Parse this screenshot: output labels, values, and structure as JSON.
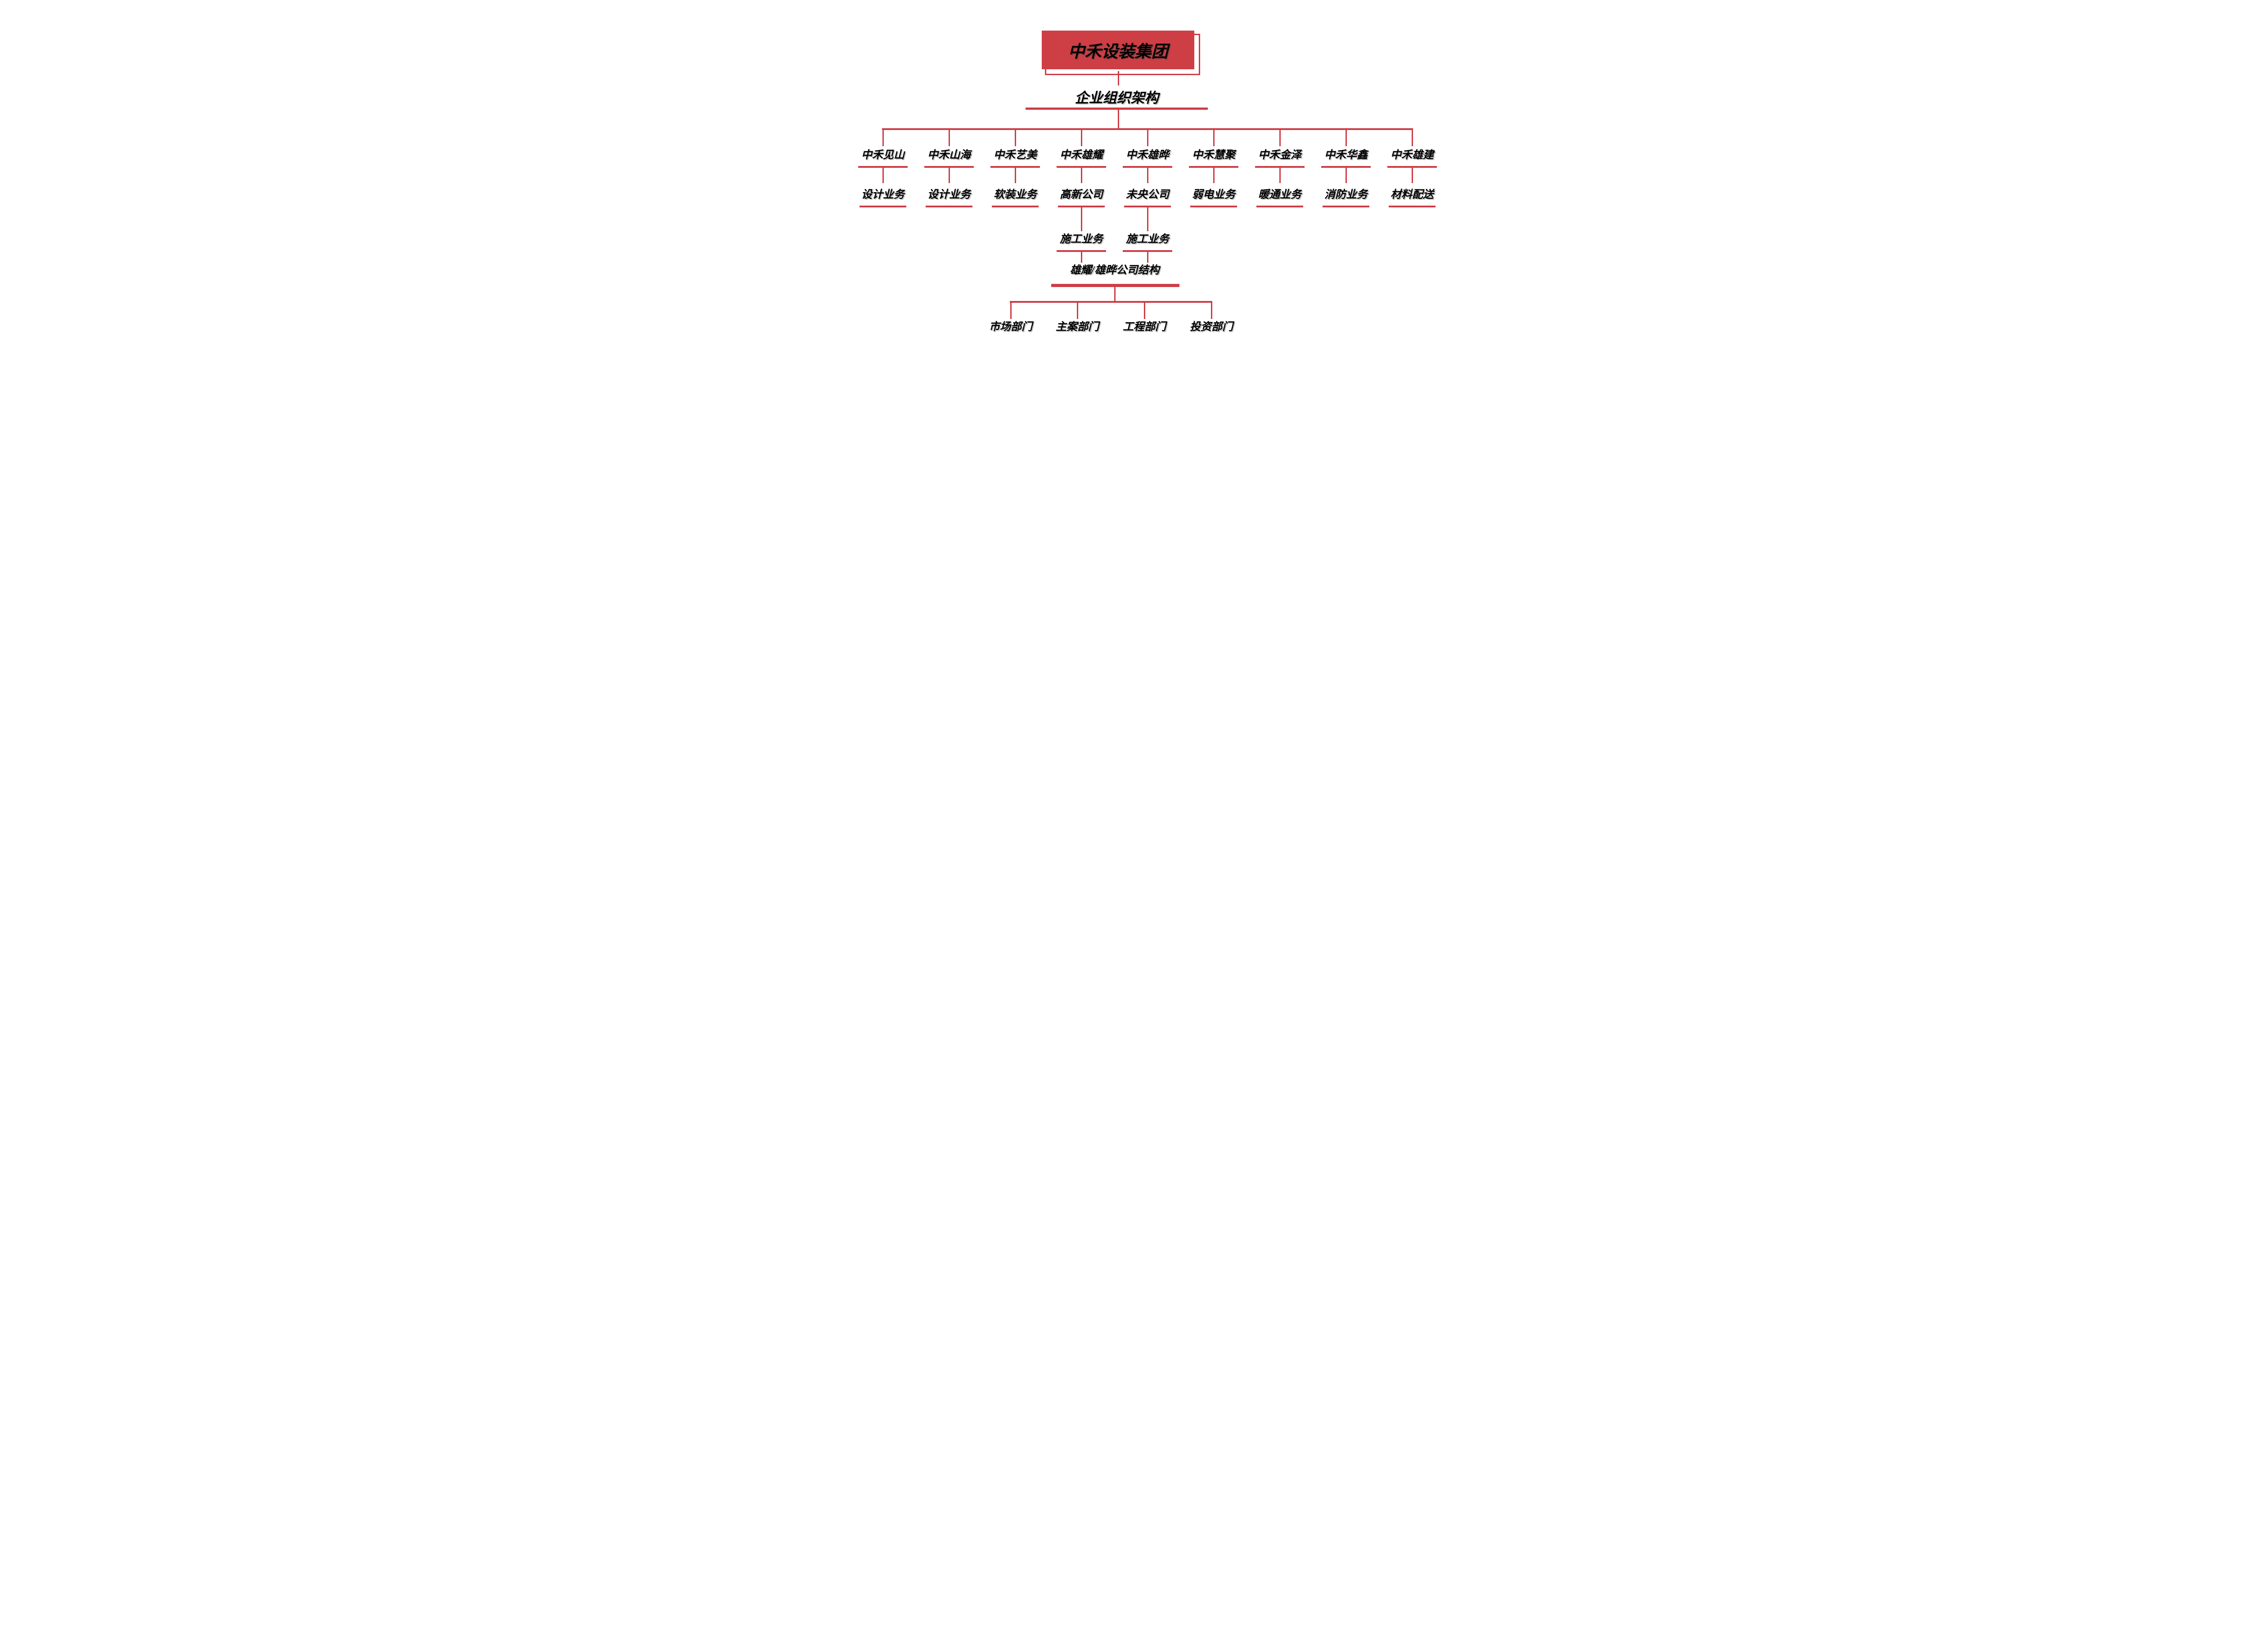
{
  "title": "中禾设装集团",
  "subtitle": "企业组织架构",
  "colors": {
    "line_red": "#CE3D46",
    "box_red": "#CE3E45",
    "text_black": "#000000",
    "background": "#FFFFFF"
  },
  "branches": [
    {
      "name": "中禾见山",
      "business": "设计业务"
    },
    {
      "name": "中禾山海",
      "business": "设计业务"
    },
    {
      "name": "中禾艺美",
      "business": "软装业务"
    },
    {
      "name": "中禾雄耀",
      "business": "高新公司",
      "sub_business": "施工业务"
    },
    {
      "name": "中禾雄晔",
      "business": "未央公司",
      "sub_business": "施工业务"
    },
    {
      "name": "中禾慧聚",
      "business": "弱电业务"
    },
    {
      "name": "中禾金泽",
      "business": "暖通业务"
    },
    {
      "name": "中禾华鑫",
      "business": "消防业务"
    },
    {
      "name": "中禾雄建",
      "business": "材料配送"
    }
  ],
  "sub_structure": {
    "title": "雄耀/雄晔公司结构",
    "departments": [
      "市场部门",
      "主案部门",
      "工程部门",
      "投资部门"
    ]
  }
}
